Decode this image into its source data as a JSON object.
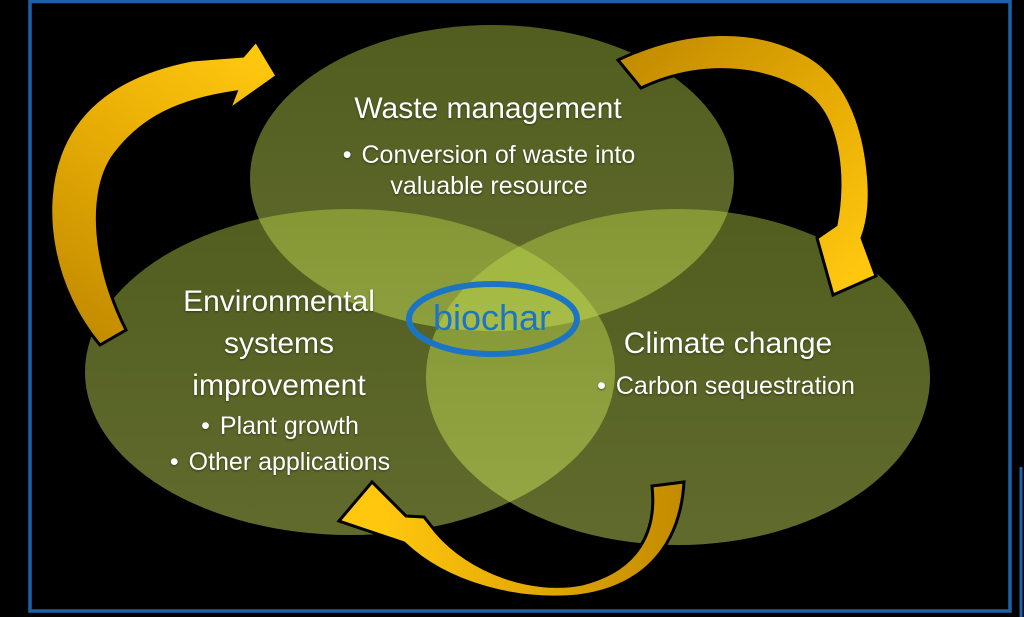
{
  "frame": {
    "border_color": "#1B62A8",
    "background_color": "#000000"
  },
  "diagram": {
    "type": "venn",
    "center": {
      "label": "biochar",
      "ring_color": "#1C74C4"
    },
    "circles": [
      {
        "id": "waste-management",
        "title": "Waste management",
        "bullet_char": "•",
        "bullets": [
          "Conversion of waste into valuable resource"
        ]
      },
      {
        "id": "environmental-systems-improvement",
        "title": "Environmental systems improvement",
        "bullet_char": "•",
        "bullets": [
          "Plant growth",
          "Other applications"
        ]
      },
      {
        "id": "climate-change",
        "title": "Climate change",
        "bullet_char": "•",
        "bullets": [
          "Carbon sequestration"
        ]
      }
    ],
    "colors": {
      "ellipse_fill": "#C8E850",
      "arrow_dark": "#C18A00",
      "arrow_bright": "#FFC80F",
      "text": "#FFFFFF"
    }
  }
}
